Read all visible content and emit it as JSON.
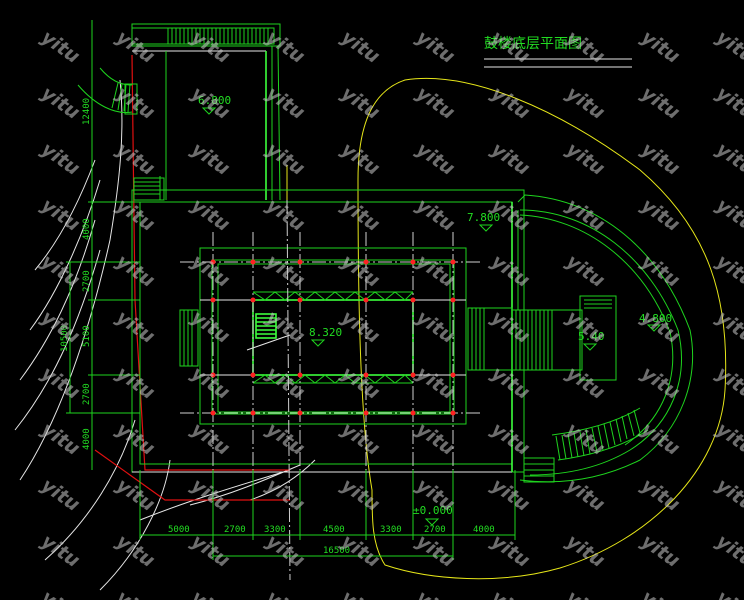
{
  "drawing": {
    "title": "鼓楼底层平面图",
    "watermark": "yitu",
    "colors": {
      "background": "#000000",
      "walls": "#1ed31e",
      "axis_lines": "#e6e6e6",
      "columns": "#ff2020",
      "site_boundary": "#e6e619",
      "red_line": "#e01010"
    }
  },
  "elevations": {
    "upper_room": "6.800",
    "main_hall": "8.320",
    "platform": "7.800",
    "stair_landing": "5.40",
    "terrace": "4.800",
    "ground": "±0.000"
  },
  "dimensions": {
    "bottom": [
      "5000",
      "2700",
      "3300",
      "4500",
      "3300",
      "2700",
      "4000"
    ],
    "bottom_total": "16500",
    "left": [
      "12400",
      "4000",
      "2700",
      "5100",
      "2700",
      "4000"
    ],
    "left_total": "10500"
  }
}
